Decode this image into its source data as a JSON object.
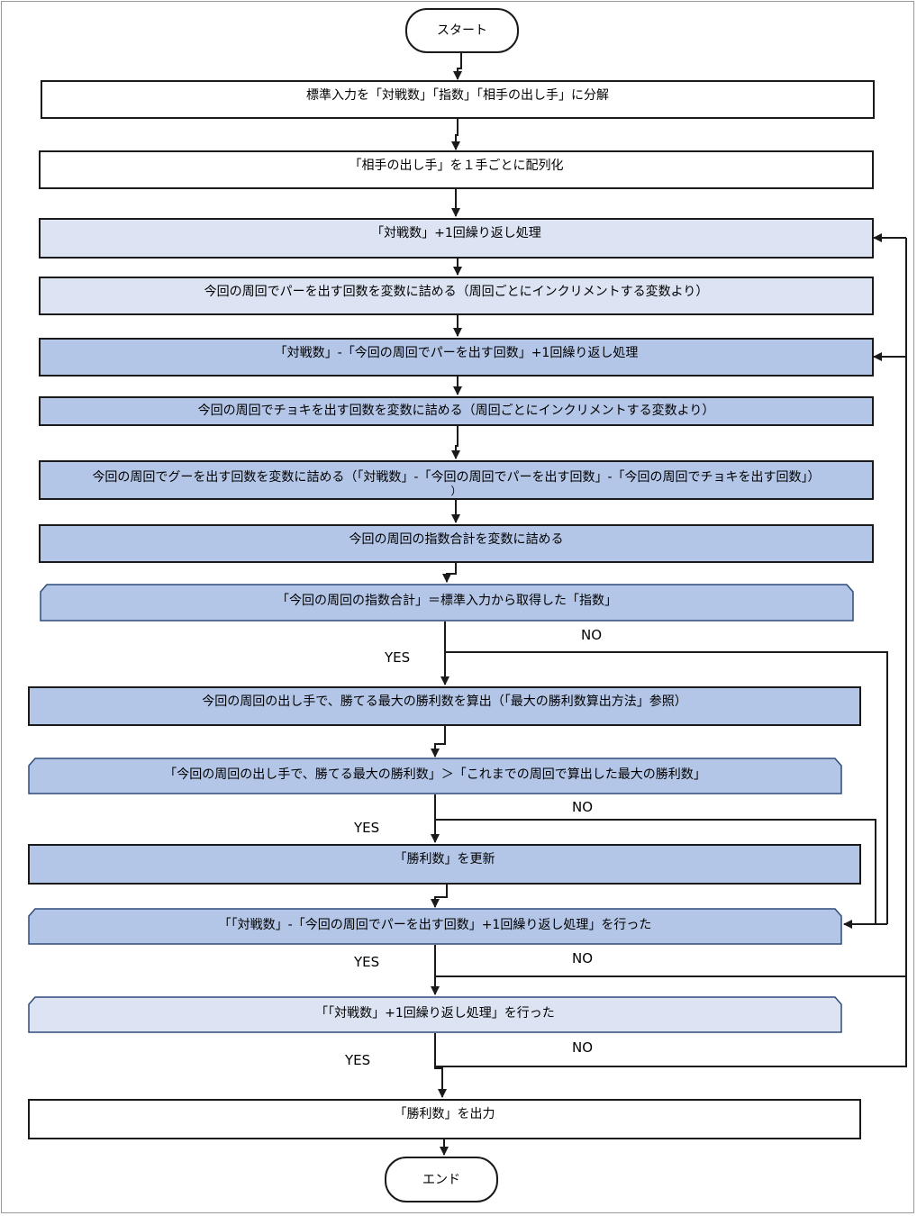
{
  "nodes": {
    "start": "スタート",
    "n1": "標準入力を「対戦数」「指数」「相手の出し手」に分解",
    "n2": "「相手の出し手」を１手ごとに配列化",
    "n3": "「対戦数」+1回繰り返し処理",
    "n4": "今回の周回でパーを出す回数を変数に詰める（周回ごとにインクリメントする変数より）",
    "n5": "「対戦数」-「今回の周回でパーを出す回数」+1回繰り返し処理",
    "n6": "今回の周回でチョキを出す回数を変数に詰める（周回ごとにインクリメントする変数より）",
    "n7_line1": "今回の周回でグーを出す回数を変数に詰める（「対戦数」-「今回の周回でパーを出す回数」-「今回の周回でチョキを出す回数」）",
    "n7_line2": "）",
    "n8": "今回の周回の指数合計を変数に詰める",
    "d1": "「今回の周回の指数合計」＝標準入力から取得した「指数」",
    "n9": "今回の周回の出し手で、勝てる最大の勝利数を算出（「最大の勝利数算出方法」参照）",
    "d2": "「今回の周回の出し手で、勝てる最大の勝利数」＞「これまでの周回で算出した最大の勝利数」",
    "n10": "「勝利数」を更新",
    "d3": "「「対戦数」-「今回の周回でパーを出す回数」+1回繰り返し処理」を行った",
    "d4": "「「対戦数」+1回繰り返し処理」を行った",
    "n11": "「勝利数」を出力",
    "end": "エンド"
  },
  "labels": {
    "yes": "YES",
    "no": "NO"
  },
  "colors": {
    "white": "#ffffff",
    "light": "#dce3f2",
    "mid": "#b4c6e7",
    "stroke": "#1a1a1a"
  }
}
